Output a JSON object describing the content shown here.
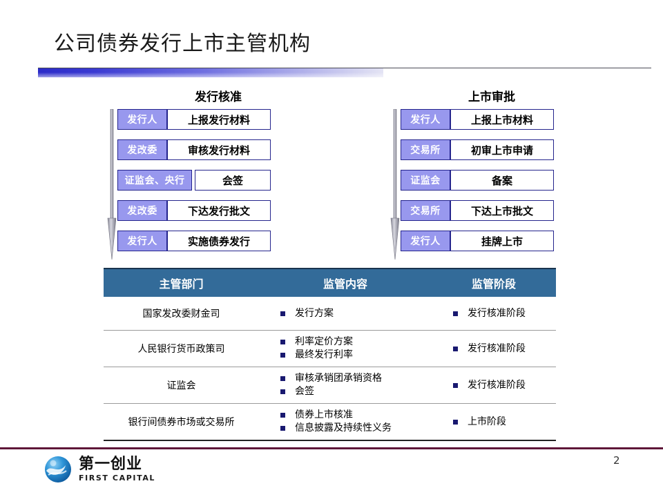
{
  "slide": {
    "title": "公司债券发行上市主管机构",
    "page_number": "2",
    "accent_blue": "#2b2bc8",
    "table_header_blue": "#336b99",
    "actor_purple": "#9898ee",
    "bullet_navy": "#191970",
    "footer_maroon": "#5e1638"
  },
  "flows": [
    {
      "heading": "发行核准",
      "arrow_icon": "down-arrow-icon",
      "rows": [
        {
          "actor": "发行人",
          "action": "上报发行材料",
          "wide": false
        },
        {
          "actor": "发改委",
          "action": "审核发行材料",
          "wide": false
        },
        {
          "actor": "证监会、央行",
          "action": "会签",
          "wide": true
        },
        {
          "actor": "发改委",
          "action": "下达发行批文",
          "wide": false
        },
        {
          "actor": "发行人",
          "action": "实施债券发行",
          "wide": false
        }
      ]
    },
    {
      "heading": "上市审批",
      "arrow_icon": "down-arrow-icon",
      "rows": [
        {
          "actor": "发行人",
          "action": "上报上市材料",
          "wide": false
        },
        {
          "actor": "交易所",
          "action": "初审上市申请",
          "wide": false
        },
        {
          "actor": "证监会",
          "action": "备案",
          "wide": false
        },
        {
          "actor": "交易所",
          "action": "下达上市批文",
          "wide": false
        },
        {
          "actor": "发行人",
          "action": "挂牌上市",
          "wide": false
        }
      ]
    }
  ],
  "table": {
    "headers": [
      "主管部门",
      "监管内容",
      "监管阶段"
    ],
    "rows": [
      {
        "department": "国家发改委财金司",
        "content": [
          "发行方案"
        ],
        "stage": [
          "发行核准阶段"
        ]
      },
      {
        "department": "人民银行货币政策司",
        "content": [
          "利率定价方案",
          "最终发行利率"
        ],
        "stage": [
          "发行核准阶段"
        ]
      },
      {
        "department": "证监会",
        "content": [
          "审核承销团承销资格",
          "会签"
        ],
        "stage": [
          "发行核准阶段"
        ]
      },
      {
        "department": "银行间债券市场或交易所",
        "content": [
          "债券上市核准",
          "信息披露及持续性义务"
        ],
        "stage": [
          "上市阶段"
        ]
      }
    ]
  },
  "brand": {
    "logo_icon": "globe-icon",
    "name_cn": "第一创业",
    "name_en": "FIRST CAPITAL"
  }
}
